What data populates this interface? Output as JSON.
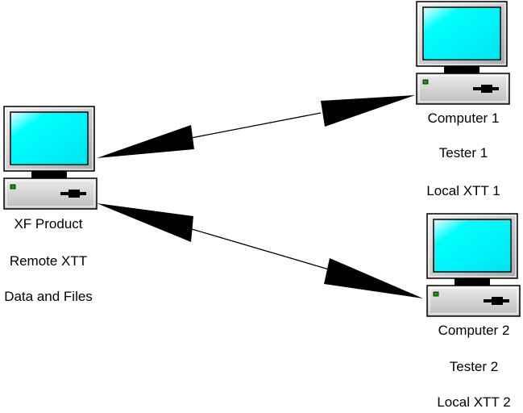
{
  "nodes": {
    "main": {
      "name": "XF Product",
      "line2": "Remote XTT",
      "line3": "Data and Files"
    },
    "computer1": {
      "name": "Computer 1",
      "line2": "Tester 1",
      "line3": "Local XTT 1"
    },
    "computer2": {
      "name": "Computer 2",
      "line2": "Tester 2",
      "line3": "Local XTT 2"
    }
  },
  "colors": {
    "screen": "#00ffff",
    "case": "#c0c0c0",
    "led": "#00aa00",
    "arrow": "#000000"
  },
  "icons": {
    "computer": "desktop-computer-icon"
  }
}
